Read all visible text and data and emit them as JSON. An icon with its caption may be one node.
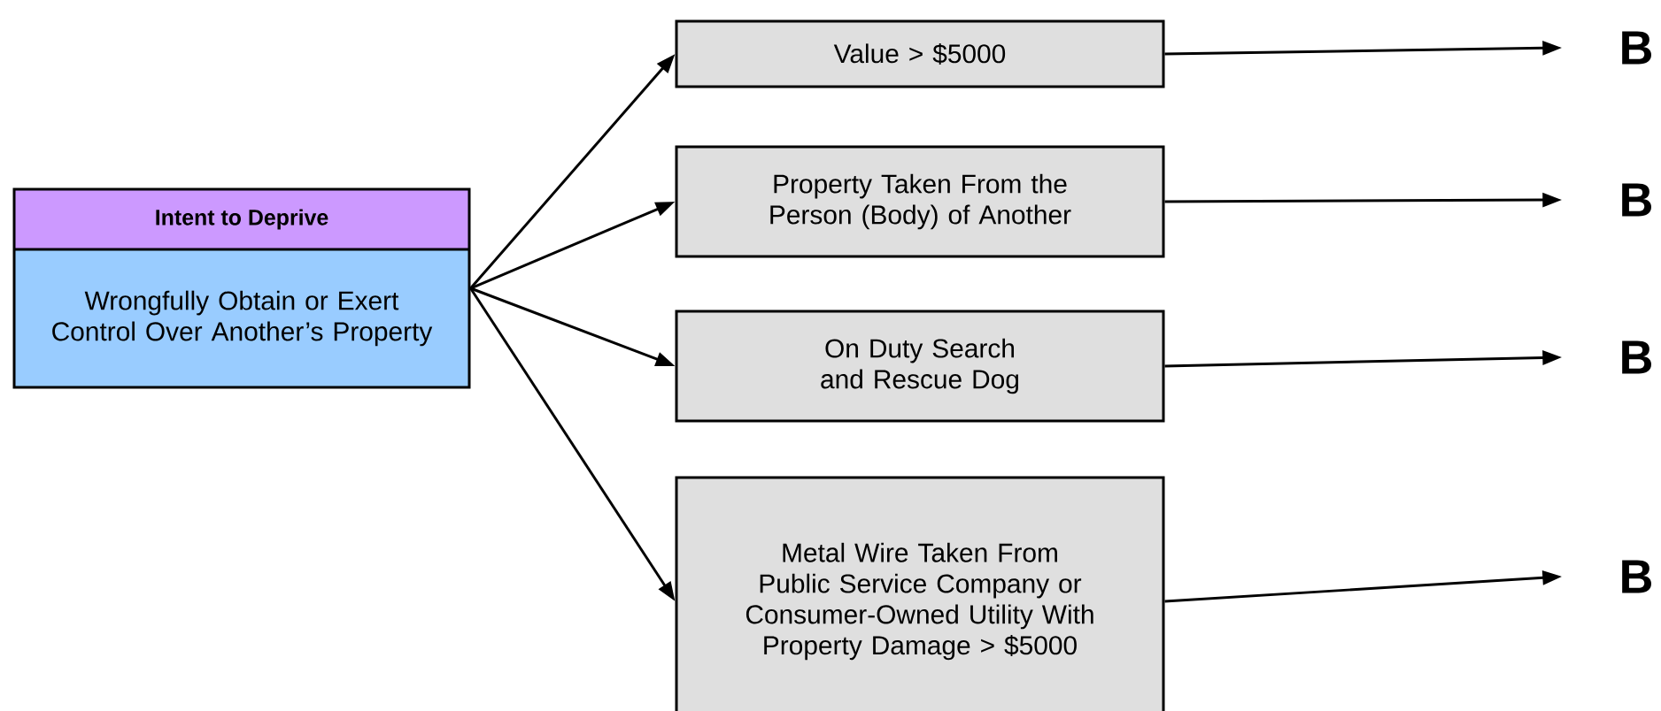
{
  "diagram": {
    "nodes": [
      {
        "text": [
          "Intent to Deprive",
          "Wrongfully Obtain or Exert Control Over Another’s Property"
        ]
      },
      {
        "text": [
          "Value > $5000"
        ]
      },
      {
        "text": [
          "Property Taken From the Person (Body) of Another"
        ]
      },
      {
        "text": [
          "On Duty Search and Rescue Dog"
        ]
      },
      {
        "text": [
          "Metal Wire Taken From Public Service Company or Consumer-Owned Utility With Property Damage > $5000"
        ]
      },
      {
        "text": [
          "B"
        ]
      },
      {
        "text": [
          "B"
        ]
      },
      {
        "text": [
          "B"
        ]
      },
      {
        "text": [
          "B"
        ]
      }
    ],
    "edges": [
      {
        "from": 0,
        "to": 1,
        "arrow": "to"
      },
      {
        "from": 0,
        "to": 2,
        "arrow": "to"
      },
      {
        "from": 0,
        "to": 3,
        "arrow": "to"
      },
      {
        "from": 0,
        "to": 4,
        "arrow": "to"
      },
      {
        "from": 1,
        "to": 5,
        "arrow": "to"
      },
      {
        "from": 2,
        "to": 6,
        "arrow": "to"
      },
      {
        "from": 3,
        "to": 7,
        "arrow": "to"
      },
      {
        "from": 4,
        "to": 8,
        "arrow": "to"
      }
    ]
  }
}
